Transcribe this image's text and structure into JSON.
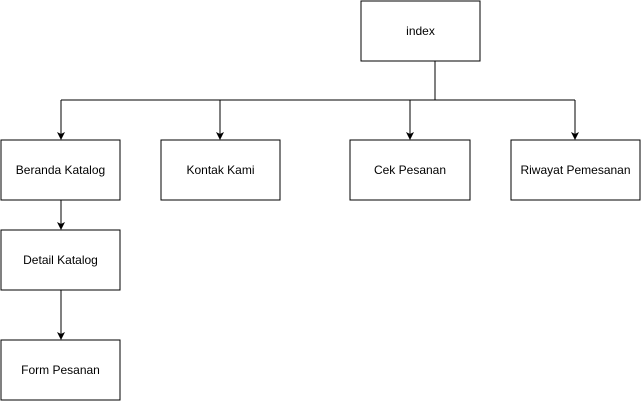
{
  "colors": {
    "background": "#ffffff",
    "stroke": "#000000",
    "node_fill": "#ffffff"
  },
  "nodes": {
    "index": "index",
    "beranda_katalog": "Beranda Katalog",
    "kontak_kami": "Kontak Kami",
    "cek_pesanan": "Cek Pesanan",
    "riwayat_pemesanan": "Riwayat Pemesanan",
    "detail_katalog": "Detail Katalog",
    "form_pesanan": "Form Pesanan"
  },
  "edges": [
    {
      "from": "index",
      "to": "beranda_katalog"
    },
    {
      "from": "index",
      "to": "kontak_kami"
    },
    {
      "from": "index",
      "to": "cek_pesanan"
    },
    {
      "from": "index",
      "to": "riwayat_pemesanan"
    },
    {
      "from": "beranda_katalog",
      "to": "detail_katalog"
    },
    {
      "from": "detail_katalog",
      "to": "form_pesanan"
    }
  ]
}
